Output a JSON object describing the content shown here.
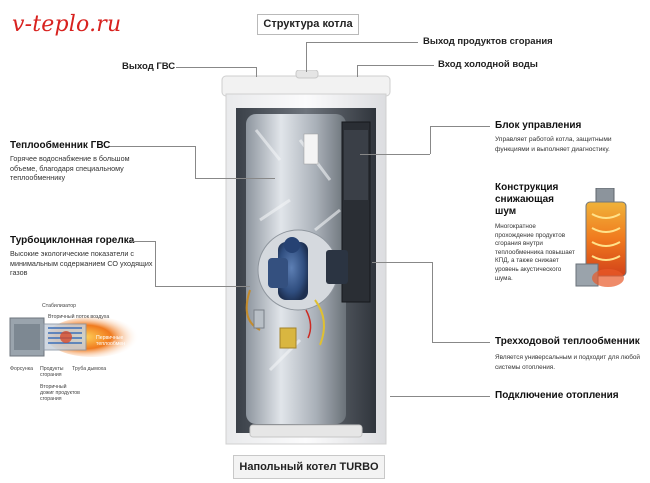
{
  "watermark": "v-teplo.ru",
  "title": "Структура котла",
  "caption": "Напольный котел TURBO",
  "labels": {
    "flue_outlet": "Выход продуктов сгорания",
    "cold_water_inlet": "Вход холодной воды",
    "dhw_outlet": "Выход ГВС",
    "heating_connection": "Подключение отопления"
  },
  "sections": {
    "dhw_exchanger": {
      "title": "Теплообменник ГВС",
      "desc": [
        "Горячее водоснабжение в большом",
        "объеме, благодаря специальному",
        "теплообменнику"
      ]
    },
    "burner": {
      "title": "Турбоциклонная горелка",
      "desc": [
        "Высокие экологические показатели с",
        "минимальным содержанием СО уходящих",
        "газов"
      ]
    },
    "control_unit": {
      "title": "Блок управления",
      "desc": [
        "Управляет работой котла, защитными",
        "функциями и выполняет диагностику."
      ]
    },
    "noise_design": {
      "title": [
        "Конструкция",
        "снижающая",
        "шум"
      ],
      "desc": [
        "Многократное",
        "прохождение продуктов",
        "сгорания внутри",
        "теплообменника повышает",
        "КПД, а также снижает",
        "уровень акустического",
        "шума."
      ]
    },
    "three_pass": {
      "title": "Трехходовой теплообменник",
      "desc": [
        "Является универсальным и подходит для любой",
        "системы отопления."
      ]
    }
  },
  "burner_diagram": {
    "stabilizer": "Стабилизатор",
    "secondary_air": "Вторичный поток воздуха",
    "flame": [
      "Первичные",
      "теплообмен"
    ],
    "nozzle": "Форсунка",
    "combustion_products": [
      "Продукты",
      "сгорания"
    ],
    "flue_pipe": "Труба дымоха",
    "secondary_smoke": [
      "Вторичный",
      "дожиг продуктов",
      "сгорания"
    ]
  },
  "colors": {
    "watermark": "#d8221f",
    "leader": "#888888",
    "flame": "#f07a1e"
  }
}
